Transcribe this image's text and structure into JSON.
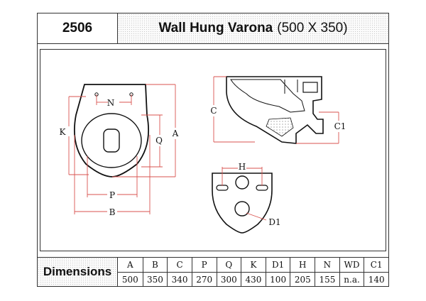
{
  "header": {
    "code": "2506",
    "title": "Wall Hung Varona",
    "size": "(500 X 350)"
  },
  "labels": {
    "n": "N",
    "k": "K",
    "q": "Q",
    "a": "A",
    "p": "P",
    "b": "B",
    "c": "C",
    "c1": "C1",
    "h": "H",
    "d1": "D1"
  },
  "colors": {
    "dimension_line": "#d9534f",
    "outline": "#111111"
  },
  "dimensions": {
    "title": "Dimensions",
    "columns": [
      "A",
      "B",
      "C",
      "P",
      "Q",
      "K",
      "D1",
      "H",
      "N",
      "WD",
      "C1"
    ],
    "values": [
      "500",
      "350",
      "340",
      "270",
      "300",
      "430",
      "100",
      "205",
      "155",
      "n.a.",
      "140"
    ]
  }
}
